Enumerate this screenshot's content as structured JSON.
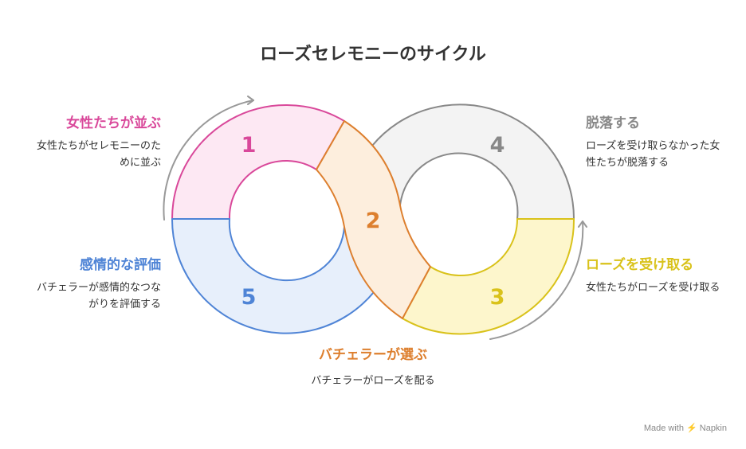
{
  "title": "ローズセレモニーのサイクル",
  "steps": [
    {
      "number": "1",
      "title": "女性たちが並ぶ",
      "description": "女性たちがセレモニーのために並ぶ",
      "color": "#d9489a",
      "fill": "#fde8f3"
    },
    {
      "number": "2",
      "title": "バチェラーが選ぶ",
      "description": "バチェラーがローズを配る",
      "color": "#dd7f2e",
      "fill": "#fdeedd"
    },
    {
      "number": "3",
      "title": "ローズを受け取る",
      "description": "女性たちがローズを受け取る",
      "color": "#d9c21a",
      "fill": "#fdf6cc"
    },
    {
      "number": "4",
      "title": "脱落する",
      "description": "ローズを受け取らなかった女性たちが脱落する",
      "color": "#888888",
      "fill": "#f3f3f3"
    },
    {
      "number": "5",
      "title": "感情的な評価",
      "description": "バチェラーが感情的なつながりを評価する",
      "color": "#4f84d6",
      "fill": "#e7effb"
    }
  ],
  "footer": "Made with ⚡ Napkin"
}
